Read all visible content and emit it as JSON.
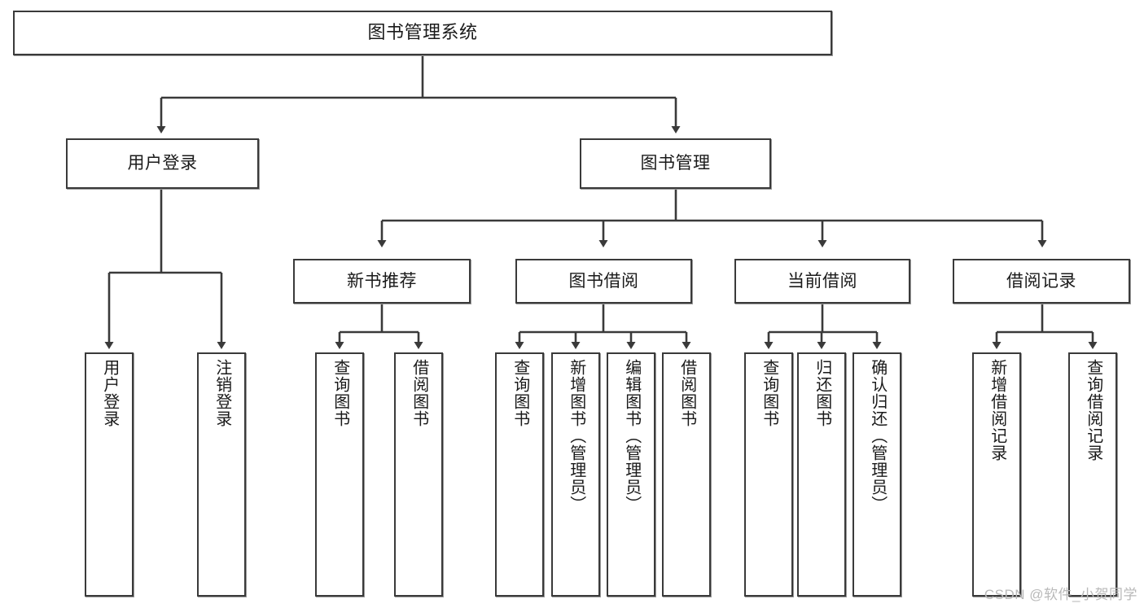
{
  "diagram": {
    "title": "图书管理系统",
    "watermark": "CSDN @软件_小贺同学",
    "colors": {
      "box_border": "#3a3a3a",
      "box_fill": "#ffffff",
      "connector": "#3a3a3a",
      "text": "#1a1a1a",
      "watermark": "#b9b9b9"
    },
    "levels": {
      "root": "图书管理系统",
      "level2": [
        "用户登录",
        "图书管理"
      ],
      "level3": [
        "新书推荐",
        "图书借阅",
        "当前借阅",
        "借阅记录"
      ]
    },
    "nodes": {
      "root": {
        "label": "图书管理系统"
      },
      "user_login": {
        "label": "用户登录"
      },
      "book_mgmt": {
        "label": "图书管理"
      },
      "new_book_rec": {
        "label": "新书推荐"
      },
      "book_borrow": {
        "label": "图书借阅"
      },
      "current_borrow": {
        "label": "当前借阅"
      },
      "borrow_record": {
        "label": "借阅记录"
      },
      "leaf_user_login": {
        "label": "用户登录"
      },
      "leaf_logout": {
        "label": "注销登录"
      },
      "leaf_query_book_1": {
        "label": "查询图书"
      },
      "leaf_borrow_book_1": {
        "label": "借阅图书"
      },
      "leaf_query_book_2": {
        "label": "查询图书"
      },
      "leaf_add_book": {
        "label": "新增图书（管理员）"
      },
      "leaf_edit_book": {
        "label": "编辑图书（管理员）"
      },
      "leaf_borrow_book_2": {
        "label": "借阅图书"
      },
      "leaf_query_book_3": {
        "label": "查询图书"
      },
      "leaf_return_book": {
        "label": "归还图书"
      },
      "leaf_confirm_return": {
        "label": "确认归还（管理员）"
      },
      "leaf_add_record": {
        "label": "新增借阅记录"
      },
      "leaf_query_record": {
        "label": "查询借阅记录"
      }
    },
    "tree": {
      "图书管理系统": {
        "用户登录": [
          "用户登录",
          "注销登录"
        ],
        "图书管理": {
          "新书推荐": [
            "查询图书",
            "借阅图书"
          ],
          "图书借阅": [
            "查询图书",
            "新增图书（管理员）",
            "编辑图书（管理员）",
            "借阅图书"
          ],
          "当前借阅": [
            "查询图书",
            "归还图书",
            "确认归还（管理员）"
          ],
          "借阅记录": [
            "新增借阅记录",
            "查询借阅记录"
          ]
        }
      }
    }
  }
}
